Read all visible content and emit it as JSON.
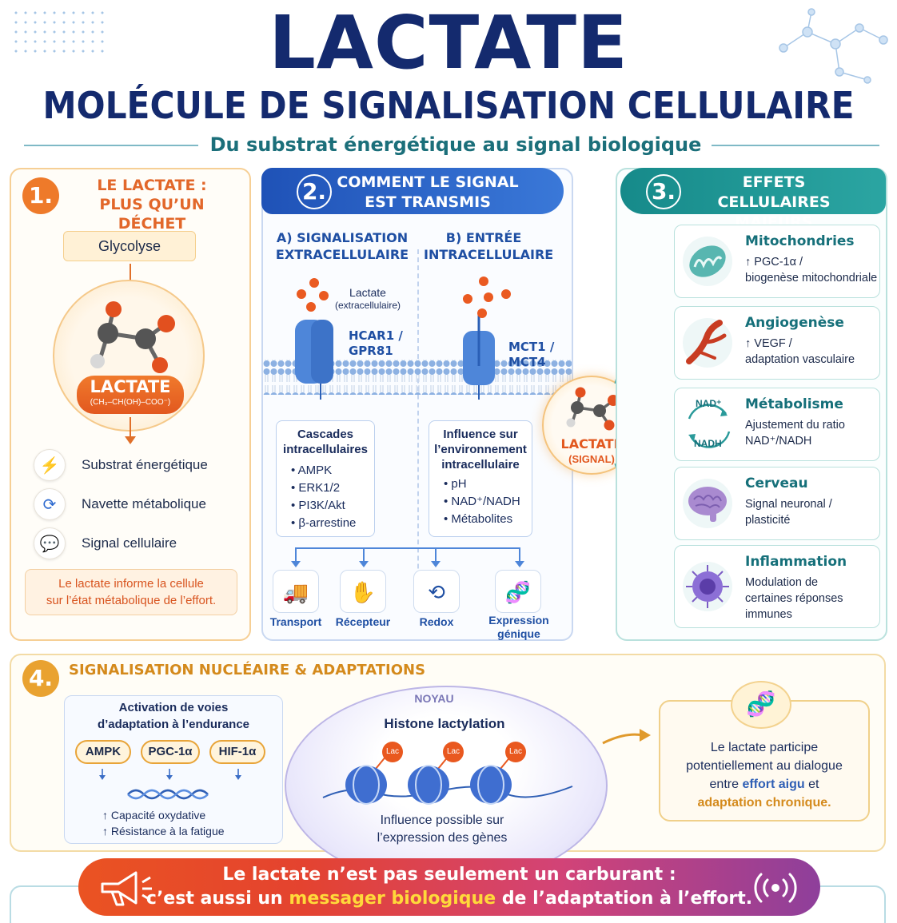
{
  "header": {
    "title": "LACTATE",
    "subtitle": "MOLÉCULE DE SIGNALISATION CELLULAIRE",
    "tagline": "Du substrat énergétique au signal biologique"
  },
  "colors": {
    "navy": "#142a6e",
    "orange": "#e0702a",
    "blue": "#1f4fa3",
    "teal": "#16707a",
    "gold": "#e8a438"
  },
  "panel1": {
    "number": "1.",
    "title_line1": "LE LACTATE :",
    "title_line2": "PLUS QU’UN DÉCHET",
    "glycolyse": "Glycolyse",
    "lactate_label": "LACTATE",
    "formula": "(CH₃–CH(OH)–COO⁻)",
    "items": [
      {
        "icon": "lightning-icon",
        "label": "Substrat énergétique"
      },
      {
        "icon": "cycle-arrows-icon",
        "label": "Navette métabolique"
      },
      {
        "icon": "chat-bubble-icon",
        "label": "Signal cellulaire"
      }
    ],
    "note_line1": "Le lactate informe la cellule",
    "note_line2": "sur l’état métabolique de l’effort."
  },
  "panel2": {
    "number": "2.",
    "title_line1": "COMMENT LE SIGNAL",
    "title_line2": "EST TRANSMIS",
    "a_line1": "A) SIGNALISATION",
    "a_line2": "EXTRACELLULAIRE",
    "b_line1": "B) ENTRÉE",
    "b_line2": "INTRACELLULAIRE",
    "lactate_ext_line1": "Lactate",
    "lactate_ext_line2": "(extracellulaire)",
    "receptor_a_line1": "HCAR1 /",
    "receptor_a_line2": "GPR81",
    "receptor_b_line1": "MCT1 /",
    "receptor_b_line2": "MCT4",
    "box_a": {
      "title_line1": "Cascades",
      "title_line2": "intracellulaires",
      "items": [
        "AMPK",
        "ERK1/2",
        "PI3K/Akt",
        "β-arrestine"
      ]
    },
    "box_b": {
      "title_line1": "Influence sur",
      "title_line2": "l’environnement",
      "title_line3": "intracellulaire",
      "items": [
        "pH",
        "NAD⁺/NADH",
        "Métabolites"
      ]
    },
    "tiles": [
      {
        "icon": "truck-icon",
        "label": "Transport"
      },
      {
        "icon": "receptor-icon",
        "label": "Récepteur"
      },
      {
        "icon": "redox-icon",
        "label": "Redox"
      },
      {
        "icon": "dna-icon",
        "label": "Expression",
        "label2": "génique"
      }
    ]
  },
  "center": {
    "lactate": "LACTATE",
    "signal": "(SIGNAL)"
  },
  "panel3": {
    "number": "3.",
    "title_line1": "EFFETS CELLULAIRES",
    "title_line2": "MAJEURS",
    "effects": [
      {
        "icon": "mitochondria-icon",
        "title": "Mitochondries",
        "line1": "↑ PGC-1α /",
        "line2": "biogenèse mitochondriale"
      },
      {
        "icon": "blood-vessel-icon",
        "title": "Angiogenèse",
        "line1": "↑ VEGF /",
        "line2": "adaptation vasculaire"
      },
      {
        "icon": "nad-cycle-icon",
        "title": "Métabolisme",
        "line1": "Ajustement du ratio",
        "line2": "NAD⁺/NADH",
        "icon_top": "NAD⁺",
        "icon_bottom": "NADH"
      },
      {
        "icon": "brain-icon",
        "title": "Cerveau",
        "line1": "Signal neuronal /",
        "line2": "plasticité"
      },
      {
        "icon": "immune-cell-icon",
        "title": "Inflammation",
        "line1": "Modulation de",
        "line2": "certaines réponses",
        "line3": "immunes"
      }
    ]
  },
  "panel4": {
    "number": "4.",
    "title": "SIGNALISATION NUCLÉAIRE & ADAPTATIONS",
    "activation_line1": "Activation de voies",
    "activation_line2": "d’adaptation à l’endurance",
    "pills": [
      "AMPK",
      "PGC-1α",
      "HIF-1α"
    ],
    "outcome1": "↑ Capacité oxydative",
    "outcome2": "↑ Résistance à la fatigue",
    "noyau": "NOYAU",
    "histone": "Histone lactylation",
    "lac": "Lac",
    "influence_line1": "Influence possible sur",
    "influence_line2": "l’expression des gènes",
    "dialogue_line1": "Le lactate participe",
    "dialogue_line2": "potentiellement au dialogue",
    "dialogue_line3a": "entre",
    "dialogue_hl1": "effort aigu",
    "dialogue_line3b": "et",
    "dialogue_hl2": "adaptation chronique."
  },
  "banner": {
    "line1": "Le lactate n’est pas seulement un carburant :",
    "line2a": "c’est aussi un",
    "highlight": "messager biologique",
    "line2b": "de l’adaptation à l’effort."
  }
}
